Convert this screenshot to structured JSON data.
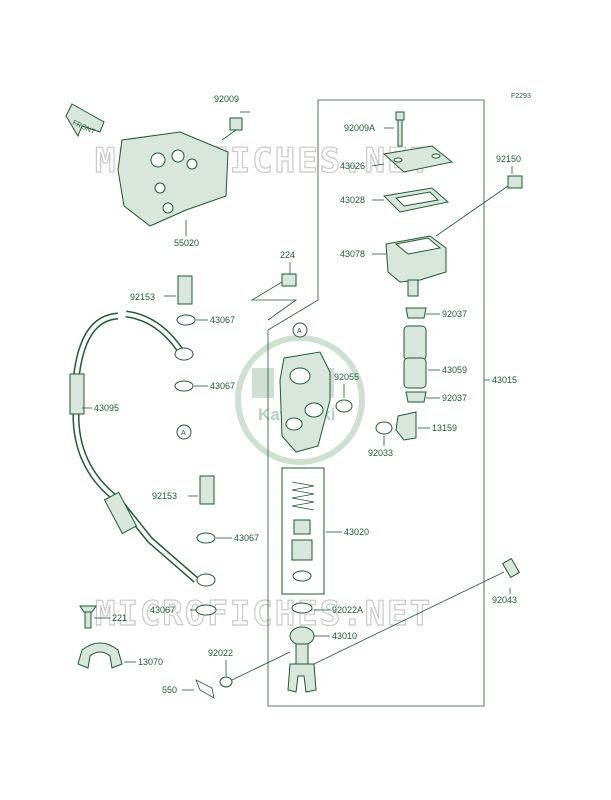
{
  "figure_ref": "F2293",
  "front_label": "FRONT",
  "watermark": "MICROFICHES.NET",
  "logo_text": "Kawasaki",
  "callout_letter": "A",
  "colors": {
    "line": "#1f5a32",
    "fill": "#d9e6dc",
    "watermark": "#c9c9c9",
    "logo": "#cfe0d3"
  },
  "parts": {
    "p92009": "92009",
    "p55020": "55020",
    "p224": "224",
    "p92153a": "92153",
    "p43067a": "43067",
    "p43067b": "43067",
    "p43095": "43095",
    "p92153b": "92153",
    "p43067c": "43067",
    "p43067d": "43067",
    "p221": "221",
    "p13070": "13070",
    "p550": "550",
    "p92009A": "92009A",
    "p43026": "43026",
    "p43028": "43028",
    "p43078": "43078",
    "p92150": "92150",
    "p92037a": "92037",
    "p43059": "43059",
    "p92037b": "92037",
    "p43015": "43015",
    "p92055": "92055",
    "p13159": "13159",
    "p92033": "92033",
    "p43020": "43020",
    "p92043": "92043",
    "p92022A": "92022A",
    "p43010": "43010",
    "p92022": "92022"
  }
}
